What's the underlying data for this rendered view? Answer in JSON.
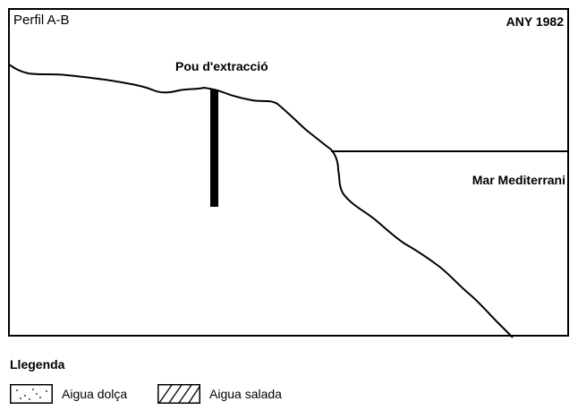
{
  "diagram": {
    "title": "Perfil A-B",
    "year": "ANY 1982",
    "well_label": "Pou d'extracció",
    "sea_label": "Mar Mediterrani"
  },
  "legend": {
    "title": "Llegenda",
    "items": [
      {
        "label": "Aigua dolça",
        "pattern": "dots"
      },
      {
        "label": "Aigua salada",
        "pattern": "hatch"
      }
    ]
  }
}
